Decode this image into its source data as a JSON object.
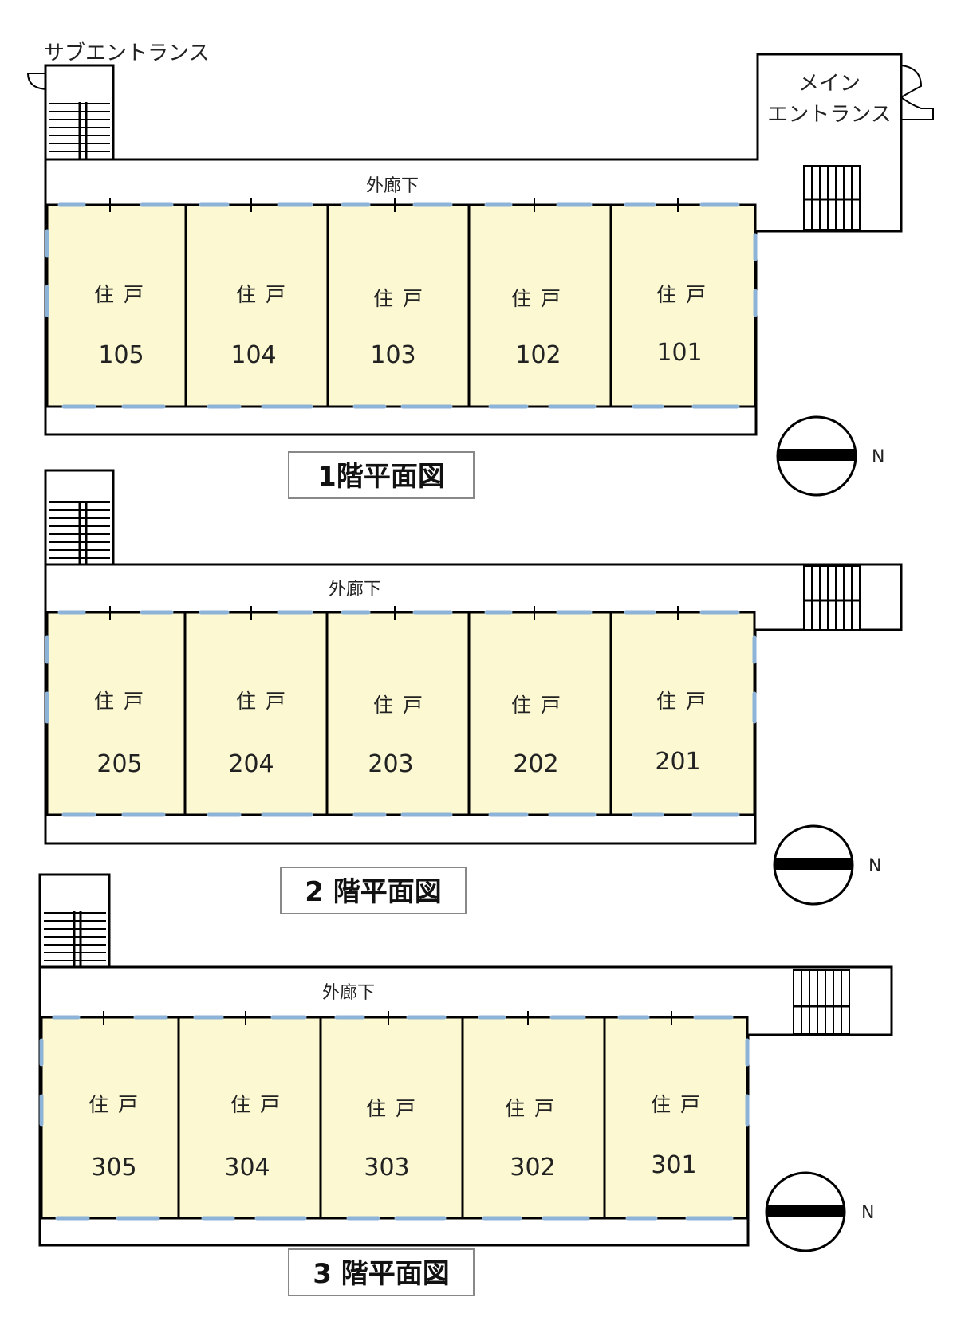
{
  "labels": {
    "sub_entrance": "サブエントランス",
    "main_entrance_line1": "メイン",
    "main_entrance_line2": "エントランス",
    "corridor": "外廊下",
    "unit_type": "住 戸",
    "north": "N"
  },
  "floors": [
    {
      "title": "1階平面図",
      "units": [
        "105",
        "104",
        "103",
        "102",
        "101"
      ]
    },
    {
      "title": "2 階平面図",
      "units": [
        "205",
        "204",
        "203",
        "202",
        "201"
      ]
    },
    {
      "title": "3 階平面図",
      "units": [
        "305",
        "304",
        "303",
        "302",
        "301"
      ]
    }
  ],
  "colors": {
    "unit_fill": "#fbf8d2",
    "wall": "#000000",
    "window": "#8db3d9",
    "background": "#ffffff"
  }
}
